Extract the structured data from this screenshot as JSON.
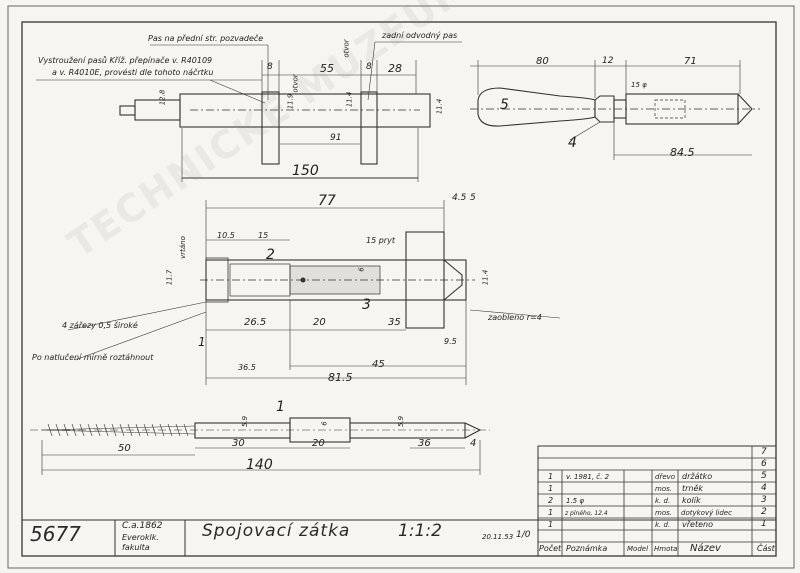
{
  "drawing": {
    "number": "5677",
    "inventory": "C.a.1862",
    "faculty_line1": "Everoklk.",
    "faculty_line2": "fakulta",
    "title": "Spojovací zátka",
    "scale": "1:1:2",
    "date": "20.11.53",
    "sheet": "1/0"
  },
  "watermark": "TECHNICKÉ MUZEUM V BRNĚ",
  "notes": {
    "pas_predni": "Pas na přední str. pozvadeče",
    "vystrizeni_1": "Vystroužení pasů  Kříž. přepínače  v. R40109",
    "vystrizeni_2": "a v. R4010E, provésti dle tohoto náčrtku",
    "zadni_pas": "zadní odvodný pas",
    "zarezy": "4 zářezy 0,5 široké",
    "roztahnout": "Po natlučení mírně roztáhnout",
    "zaobleno": "zaobleno r=4",
    "otvor1": "otvor",
    "otvor2": "otvor",
    "rydlo": "15 pryt",
    "vrtano": "vrtáno"
  },
  "dimensions": {
    "top_left": [
      "8",
      "55",
      "8",
      "28",
      "150",
      "91",
      "12.8",
      "11.9",
      "11.4",
      "11.4"
    ],
    "top_right": [
      "80",
      "12",
      "71",
      "84.5",
      "15 φ",
      "5",
      "4"
    ],
    "middle": [
      "77",
      "4.5",
      "5",
      "10.5",
      "15",
      "26.5",
      "20",
      "35",
      "9.5",
      "36.5",
      "45",
      "81.5",
      "11.7",
      "11.4",
      "6",
      "2",
      "3",
      "1"
    ],
    "bottom": [
      "50",
      "30",
      "20",
      "36",
      "4",
      "140",
      "5.9",
      "6",
      "5.9",
      "1"
    ]
  },
  "parts_list": {
    "columns": [
      "Počet",
      "Poznámka",
      "Model",
      "Hmota",
      "Název",
      "Část"
    ],
    "rows": [
      {
        "count": "1",
        "note": "v. 1981, č. 2",
        "material": "dřevo",
        "name": "držátko",
        "part": "5"
      },
      {
        "count": "1",
        "note": "",
        "material": "mos.",
        "name": "trněk",
        "part": "4"
      },
      {
        "count": "2",
        "note": "1.5 φ",
        "material": "k. d.",
        "name": "kolík",
        "part": "3"
      },
      {
        "count": "1",
        "note": "z plného, 12.4",
        "material": "mos.",
        "name": "dotykový lidec",
        "part": "2"
      },
      {
        "count": "1",
        "note": "",
        "material": "k. d.",
        "name": "vřeteno",
        "part": "1"
      }
    ],
    "extra_parts": [
      "7",
      "6"
    ]
  }
}
